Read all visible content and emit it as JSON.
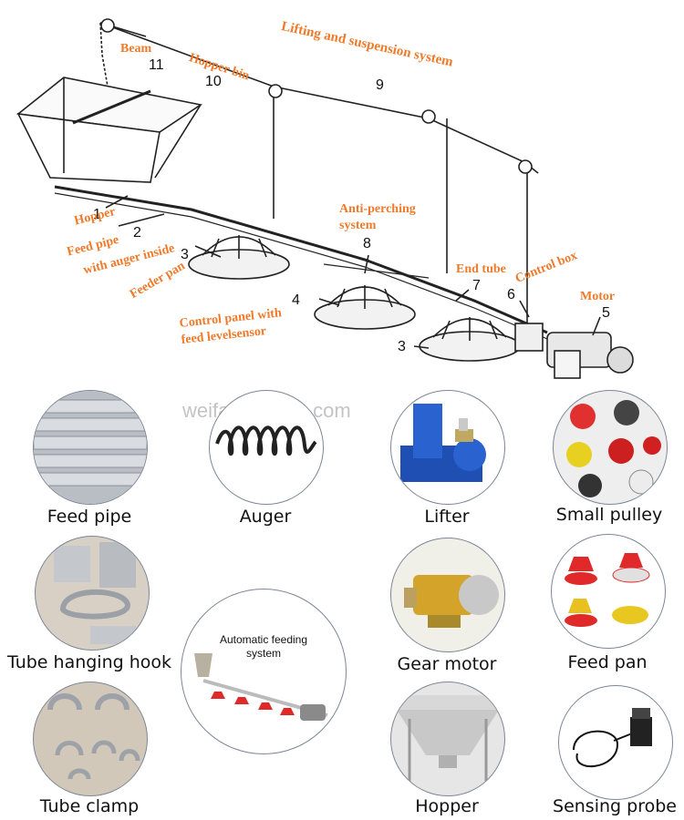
{
  "diagram": {
    "labels": {
      "beam": "Beam",
      "hopper_bin": "Hopper bin",
      "lifting": "Lifting and suspension system",
      "hopper": "Hopper",
      "feed_pipe_line1": "Feed pipe",
      "feed_pipe_line2": "with auger inside",
      "feeder_pan": "Feeder pan",
      "anti_perching_line1": "Anti-perching",
      "anti_perching_line2": "system",
      "end_tube": "End tube",
      "control_box": "Control box",
      "motor": "Motor",
      "control_panel_line1": "Control panel with",
      "control_panel_line2": "feed levelsensor"
    },
    "numbers": {
      "n11": "11",
      "n10": "10",
      "n9": "9",
      "n1": "1",
      "n2": "2",
      "n3a": "3",
      "n8": "8",
      "n7": "7",
      "n6": "6",
      "n5": "5",
      "n4": "4",
      "n3b": "3"
    }
  },
  "watermark": "weifang-ubest.com",
  "products": [
    {
      "caption": "Feed pipe"
    },
    {
      "caption": "Auger"
    },
    {
      "caption": "Lifter"
    },
    {
      "caption": "Small pulley"
    },
    {
      "caption": "Tube hanging hook"
    },
    {
      "caption": "Gear motor"
    },
    {
      "caption": "Feed pan"
    },
    {
      "caption": "Tube clamp"
    },
    {
      "caption": "Hopper"
    },
    {
      "caption": "Sensing probe"
    }
  ],
  "automatic": {
    "title_line1": "Automatic feeding",
    "title_line2": "system"
  },
  "colors": {
    "label_orange": "#ee7a2a",
    "line": "#222222",
    "circle_border": "#7c8796"
  }
}
